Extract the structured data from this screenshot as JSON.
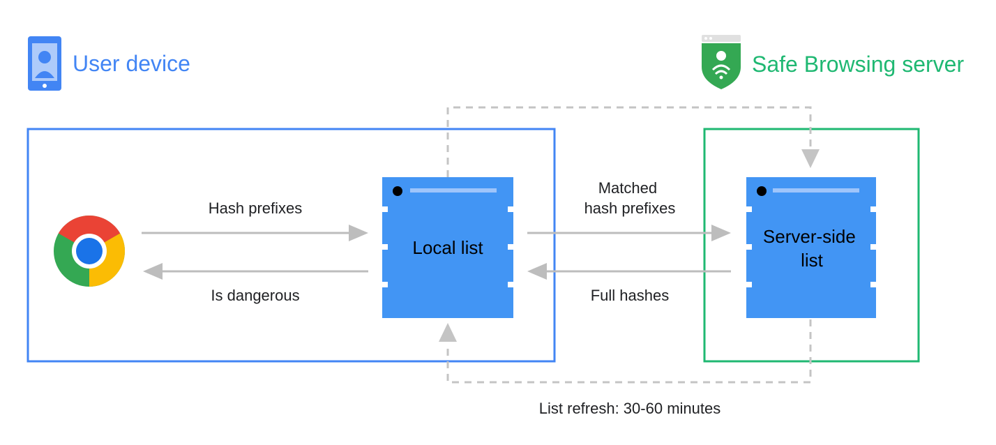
{
  "headers": {
    "user_device": "User device",
    "safe_browsing_server": "Safe Browsing server"
  },
  "nodes": {
    "local_list": "Local list",
    "server_side_list": [
      "Server-side",
      "list"
    ]
  },
  "edges": {
    "hash_prefixes": "Hash prefixes",
    "is_dangerous": "Is dangerous",
    "matched_hash_prefixes": [
      "Matched",
      "hash prefixes"
    ],
    "full_hashes": "Full hashes",
    "list_refresh": "List refresh: 30-60 minutes"
  },
  "icons": {
    "device": "phone-user-icon",
    "browser": "chrome-logo-icon",
    "server": "safe-browsing-shield-icon"
  },
  "colors": {
    "user_blue": "#4285f4",
    "server_green": "#1fb872",
    "card_blue": "#4295f4",
    "arrow_gray": "#bdbdbd",
    "dash_gray": "#c4c4c4"
  }
}
